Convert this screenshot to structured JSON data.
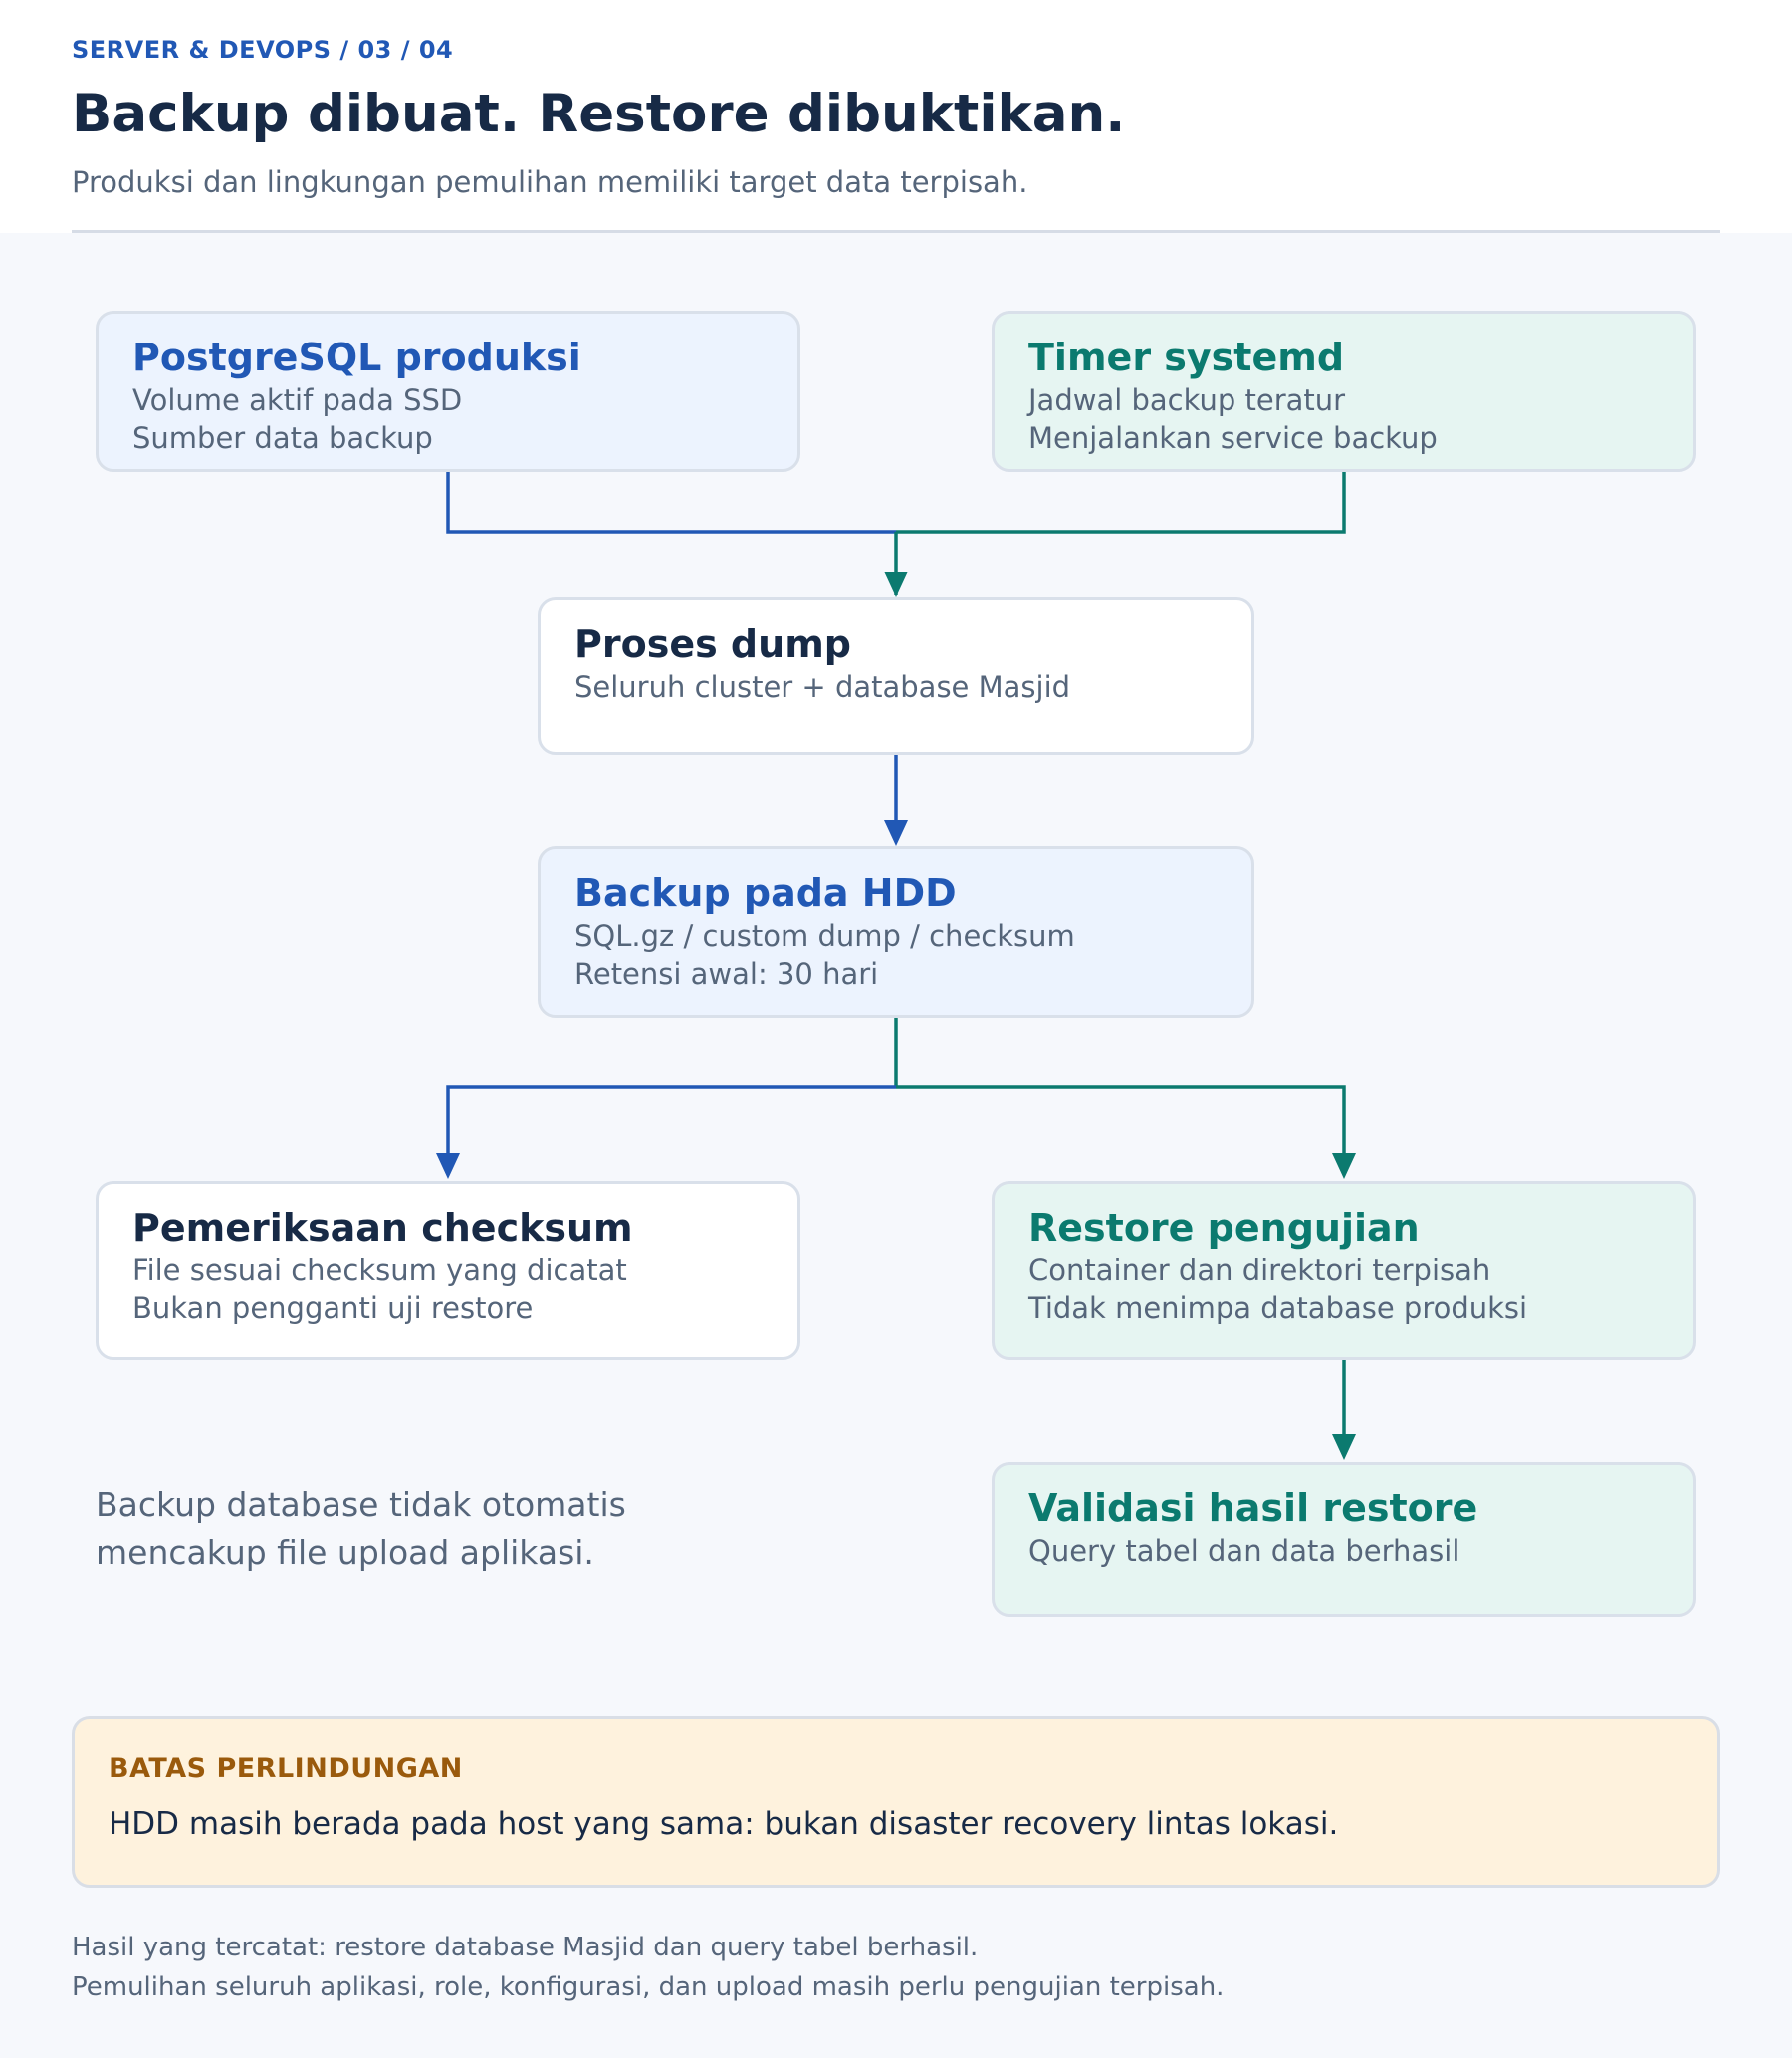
{
  "header": {
    "eyebrow": "SERVER & DEVOPS / 03 / 04",
    "title": "Backup dibuat. Restore dibuktikan.",
    "subtitle": "Produksi dan lingkungan pemulihan memiliki target data terpisah."
  },
  "colors": {
    "blue": "#2158b5",
    "green": "#0b7a6f",
    "navy": "#172a46",
    "amber": "#9a5a0c",
    "blue_fill": "#ecf3fe",
    "green_fill": "#e6f5f2",
    "amber_fill": "#fef2dd"
  },
  "nodes": {
    "postgres": {
      "title": "PostgreSQL produksi",
      "lines": [
        "Volume aktif pada SSD",
        "Sumber data backup"
      ]
    },
    "timer": {
      "title": "Timer systemd",
      "lines": [
        "Jadwal backup teratur",
        "Menjalankan service backup"
      ]
    },
    "dump": {
      "title": "Proses dump",
      "lines": [
        "Seluruh cluster + database Masjid"
      ]
    },
    "hdd": {
      "title": "Backup pada HDD",
      "lines": [
        "SQL.gz / custom dump / checksum",
        "Retensi awal: 30 hari"
      ]
    },
    "checksum": {
      "title": "Pemeriksaan checksum",
      "lines": [
        "File sesuai checksum yang dicatat",
        "Bukan pengganti uji restore"
      ]
    },
    "restore": {
      "title": "Restore pengujian",
      "lines": [
        "Container dan direktori terpisah",
        "Tidak menimpa database produksi"
      ]
    },
    "validate": {
      "title": "Validasi hasil restore",
      "lines": [
        "Query tabel dan data berhasil"
      ]
    }
  },
  "side_note": "Backup database tidak otomatis mencakup file upload aplikasi.",
  "warning": {
    "label": "BATAS PERLINDUNGAN",
    "text": "HDD masih berada pada host yang sama: bukan disaster recovery lintas lokasi."
  },
  "footer": {
    "line1": "Hasil yang tercatat: restore database Masjid dan query tabel berhasil.",
    "line2": "Pemulihan seluruh aplikasi, role, konfigurasi, dan upload masih perlu pengujian terpisah."
  }
}
